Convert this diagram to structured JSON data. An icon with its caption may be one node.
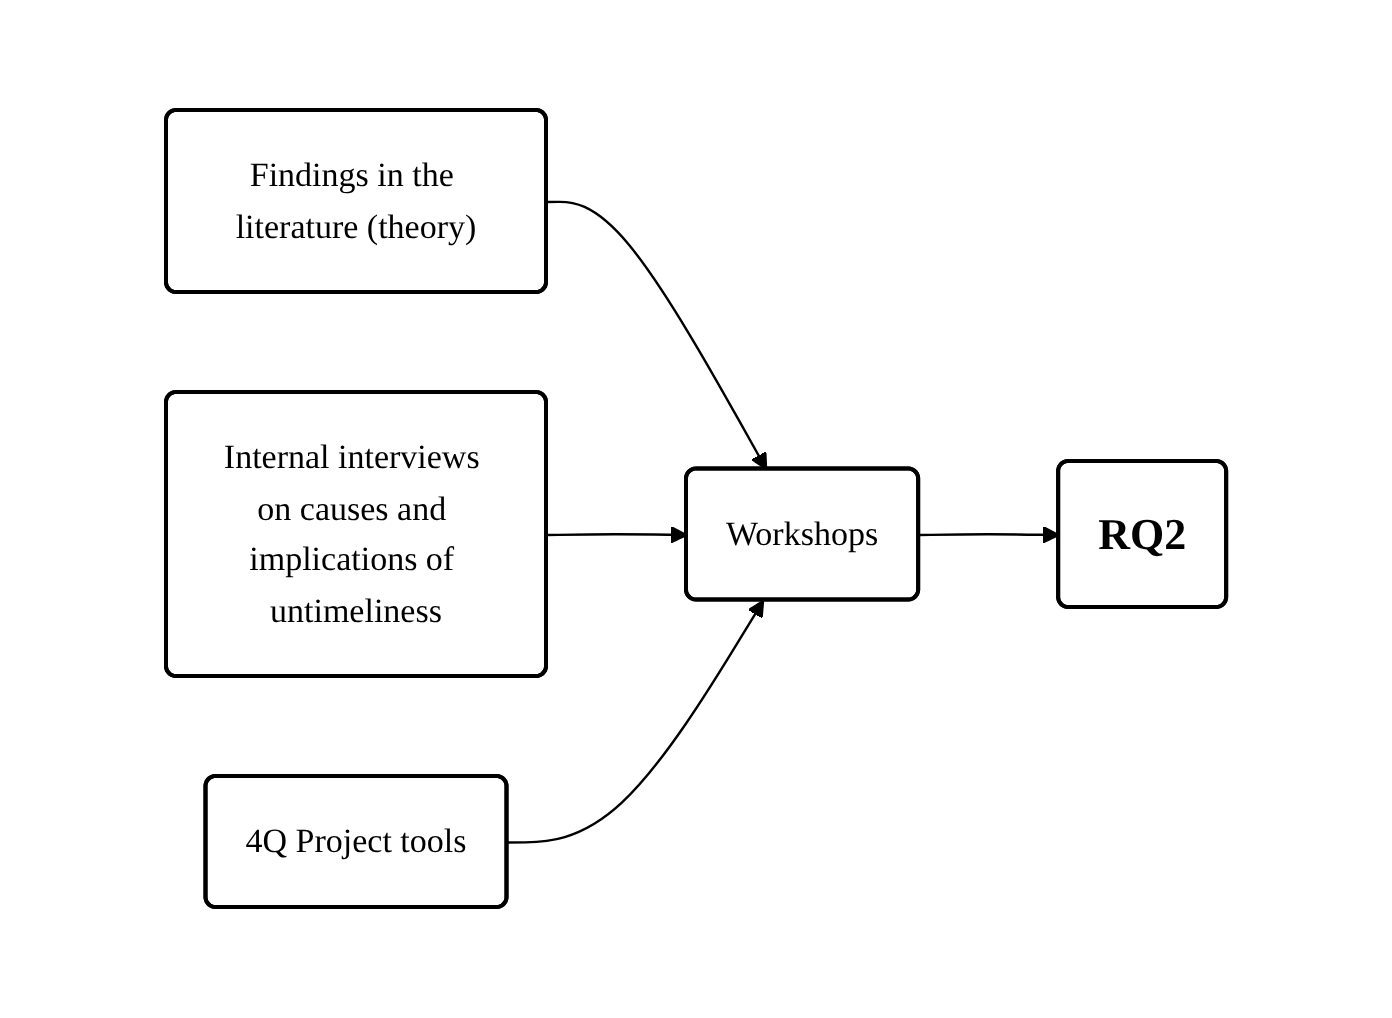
{
  "diagram": {
    "nodes": [
      {
        "text": [
          "Findings in the literature (theory)"
        ]
      },
      {
        "text": [
          "Internal interviews on causes and implications of untimeliness"
        ]
      },
      {
        "text": [
          "Workshops"
        ]
      },
      {
        "text": [
          "RQ2"
        ]
      },
      {
        "text": [
          "4Q Project tools"
        ]
      }
    ],
    "edges": [
      {
        "from": 0,
        "to": 2,
        "arrow": "to"
      },
      {
        "from": 1,
        "to": 2,
        "arrow": "to"
      },
      {
        "from": 2,
        "to": 3,
        "arrow": "to"
      },
      {
        "from": 4,
        "to": 2,
        "arrow": "to"
      }
    ]
  }
}
